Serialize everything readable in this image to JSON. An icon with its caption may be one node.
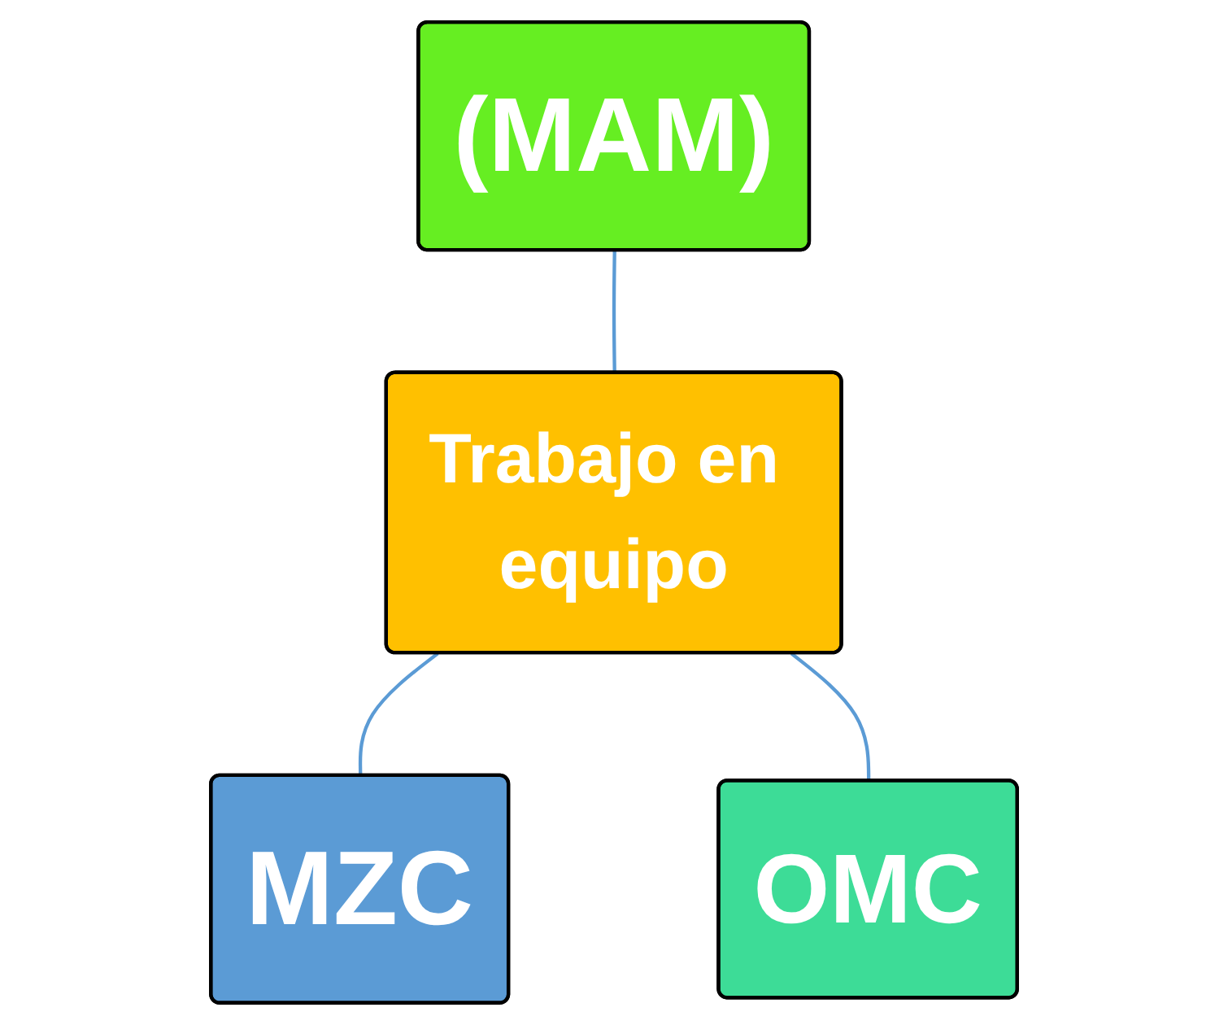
{
  "diagram": {
    "nodes": [
      {
        "text": [
          "(MAM)"
        ]
      },
      {
        "text": [
          "Trabajo en equipo"
        ]
      },
      {
        "text": [
          "MZC"
        ]
      },
      {
        "text": [
          "OMC"
        ]
      }
    ],
    "edges": [
      {
        "from": 0,
        "to": 1,
        "arrow": "none"
      },
      {
        "from": 1,
        "to": 2,
        "arrow": "none"
      },
      {
        "from": 1,
        "to": 3,
        "arrow": "none"
      }
    ]
  }
}
